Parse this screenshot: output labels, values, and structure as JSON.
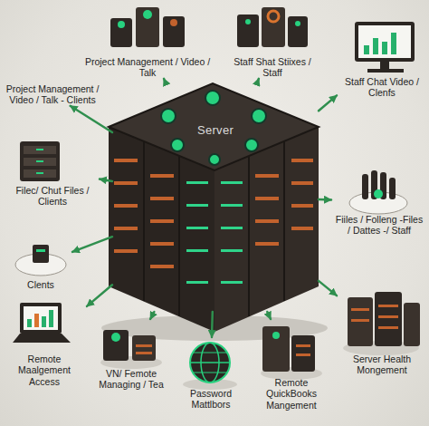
{
  "diagram": {
    "nodes": [
      {
        "text": [
          "Server"
        ]
      },
      {
        "text": [
          "Project Management / Video / Talk"
        ]
      },
      {
        "text": [
          "Staff Shat Stiixes / Staff"
        ]
      },
      {
        "text": [
          "Staff Chat Video / Clenfs"
        ]
      },
      {
        "text": [
          "Project Management / Video / Talk - Clients"
        ]
      },
      {
        "text": [
          "Filec/ Chut Files / Clients"
        ]
      },
      {
        "text": [
          "Clents"
        ]
      },
      {
        "text": [
          "Fiiles / Folleng -Files / Dattes -/ Staff"
        ]
      },
      {
        "text": [
          "Remote Maalgement Access"
        ]
      },
      {
        "text": [
          "VN/ Femote Managing / Tea"
        ]
      },
      {
        "text": [
          "Password Mattlbors"
        ]
      },
      {
        "text": [
          "Remote QuickBooks Mangement"
        ]
      },
      {
        "text": [
          "Server Health Mongement"
        ]
      }
    ],
    "edges": [
      {
        "from": 0,
        "to": 1,
        "arrow": "to"
      },
      {
        "from": 0,
        "to": 2,
        "arrow": "to"
      },
      {
        "from": 0,
        "to": 3,
        "arrow": "to"
      },
      {
        "from": 0,
        "to": 4,
        "arrow": "to"
      },
      {
        "from": 0,
        "to": 5,
        "arrow": "to"
      },
      {
        "from": 0,
        "to": 6,
        "arrow": "to"
      },
      {
        "from": 0,
        "to": 7,
        "arrow": "to"
      },
      {
        "from": 0,
        "to": 8,
        "arrow": "to"
      },
      {
        "from": 0,
        "to": 9,
        "arrow": "to"
      },
      {
        "from": 0,
        "to": 10,
        "arrow": "to"
      },
      {
        "from": 0,
        "to": 11,
        "arrow": "to"
      },
      {
        "from": 0,
        "to": 12,
        "arrow": "to"
      }
    ]
  }
}
